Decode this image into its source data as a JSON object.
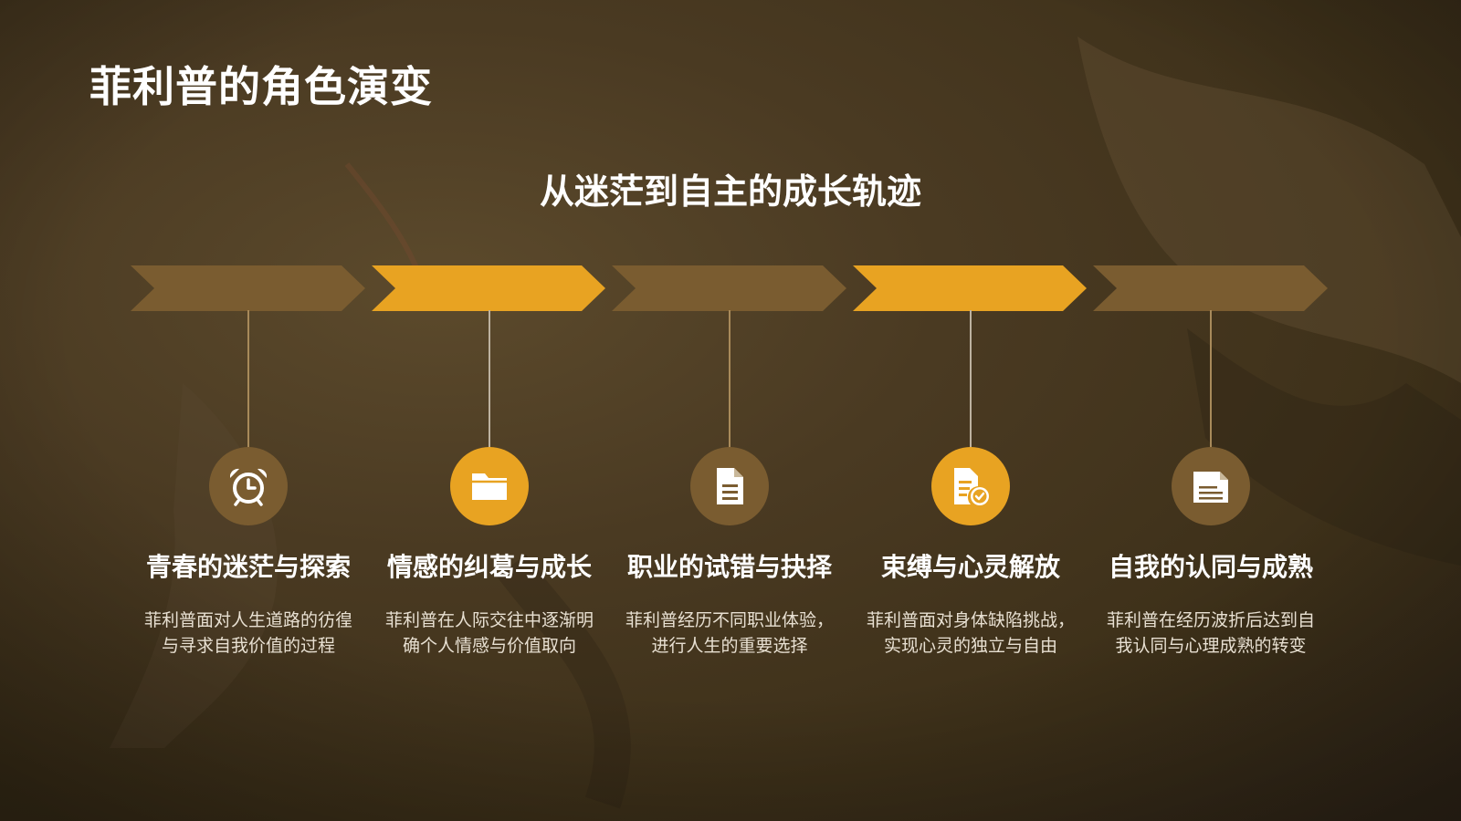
{
  "page": {
    "title": "菲利普的角色演变",
    "subtitle": "从迷茫到自主的成长轨迹"
  },
  "colors": {
    "accent": "#e8a322",
    "muted": "#7a5c30",
    "background": "#4a3a22"
  },
  "stages": [
    {
      "title": "青春的迷茫与探索",
      "desc_line1": "菲利普面对人生道路的彷徨",
      "desc_line2": "与寻求自我价值的过程",
      "icon": "alarm-clock-icon",
      "style": "muted"
    },
    {
      "title": "情感的纠葛与成长",
      "desc_line1": "菲利普在人际交往中逐渐明",
      "desc_line2": "确个人情感与价值取向",
      "icon": "folder-icon",
      "style": "accent"
    },
    {
      "title": "职业的试错与抉择",
      "desc_line1": "菲利普经历不同职业体验，",
      "desc_line2": "进行人生的重要选择",
      "icon": "document-icon",
      "style": "muted"
    },
    {
      "title": "束缚与心灵解放",
      "desc_line1": "菲利普面对身体缺陷挑战，",
      "desc_line2": "实现心灵的独立与自由",
      "icon": "document-check-icon",
      "style": "accent"
    },
    {
      "title": "自我的认同与成熟",
      "desc_line1": "菲利普在经历波折后达到自",
      "desc_line2": "我认同与心理成熟的转变",
      "icon": "file-lines-icon",
      "style": "muted"
    }
  ]
}
